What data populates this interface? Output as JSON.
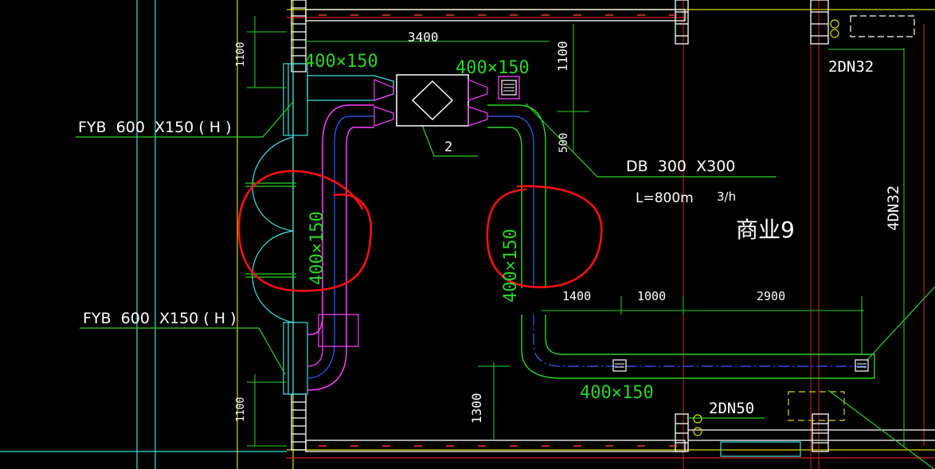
{
  "colors": {
    "background": "#000000",
    "wall": "#ffffff",
    "wall_hatch": "#ff4040",
    "grid_red": "#e02020",
    "grid_yellow": "#d8d800",
    "green": "#2ad42a",
    "magenta": "#ff40ff",
    "cyan": "#40e0e0",
    "blue_center": "#3060ff",
    "annotation_red": "#ff1010"
  },
  "labels": {
    "dim_3400": "3400",
    "duct_top_left": "400×150",
    "duct_top_right": "400×150",
    "dim_1100_top": "1100",
    "dim_1100_right": "1100",
    "fyb_upper": "FYB  600  X150 ( H )",
    "fyb_lower": "FYB  600  X150 ( H )",
    "unit_tag": "2",
    "dim_500": "500",
    "db_label": "DB  300  X300",
    "airflow": "L=800m",
    "airflow_unit": "3/h",
    "room_name": "商业9",
    "duct_left_vertical": "400×150",
    "duct_right_vertical": "400×150",
    "dim_1400": "1400",
    "dim_1000": "1000",
    "dim_2900": "2900",
    "duct_bottom": "400×150",
    "dim_1300": "1300",
    "dim_1100_bottom": "1100",
    "pipe_2dn32": "2DN32",
    "pipe_4dn32": "4DN32",
    "pipe_2dn50": "2DN50"
  }
}
